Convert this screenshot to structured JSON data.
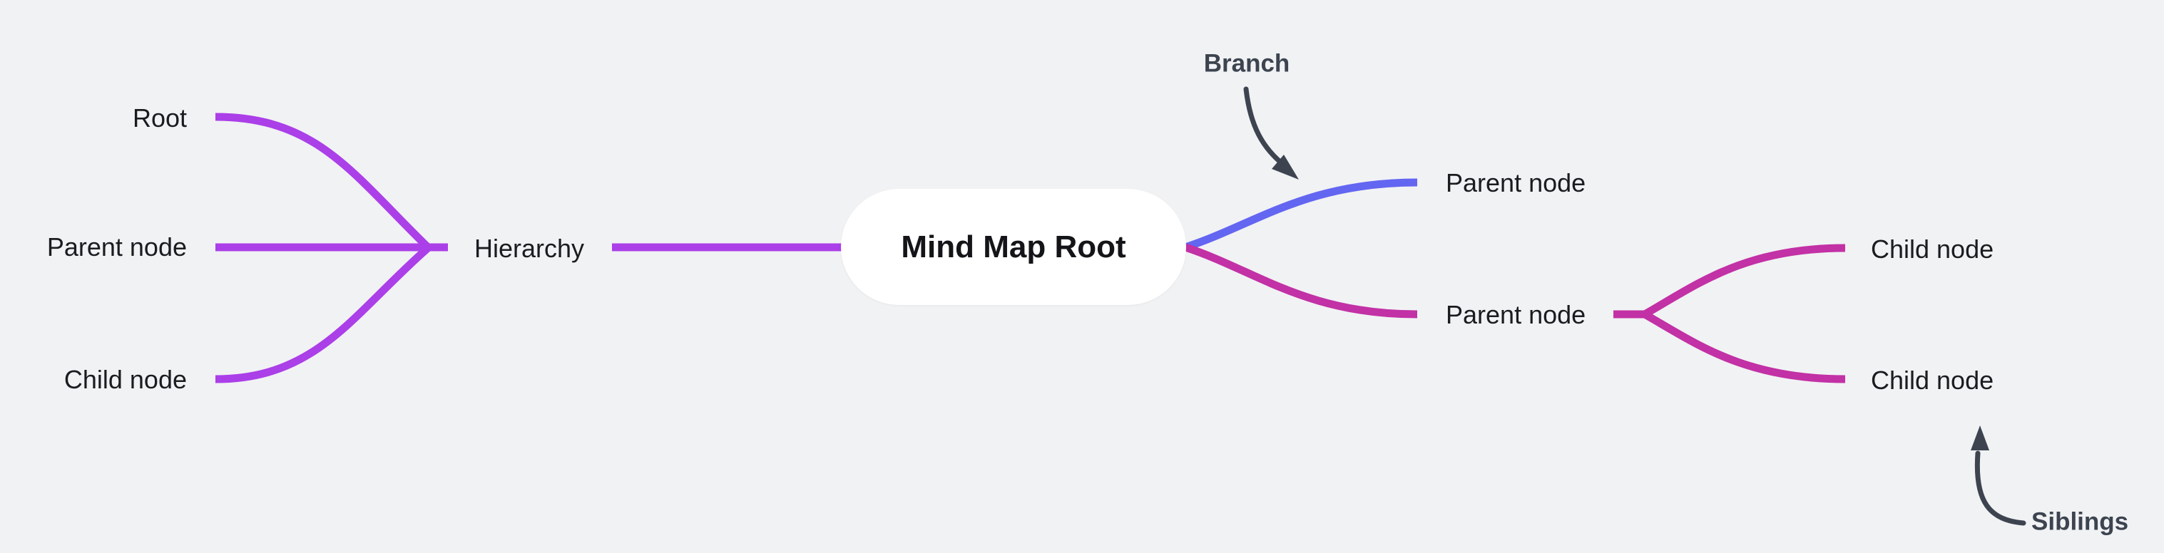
{
  "root": {
    "label": "Mind Map Root"
  },
  "left_branch": {
    "label": "Hierarchy",
    "children": [
      {
        "label": "Root"
      },
      {
        "label": "Parent node"
      },
      {
        "label": "Child node"
      }
    ]
  },
  "right_branches": [
    {
      "label": "Parent node"
    },
    {
      "label": "Parent node",
      "children": [
        {
          "label": "Child node"
        },
        {
          "label": "Child node"
        }
      ]
    }
  ],
  "annotations": {
    "branch": {
      "label": "Branch"
    },
    "siblings": {
      "label": "Siblings"
    }
  },
  "colors": {
    "background": "#f1f2f4",
    "branch_purple": "#ab3fe8",
    "branch_blue": "#6366f1",
    "branch_magenta": "#c231a5",
    "annotation": "#3d4450",
    "node_text": "#1a1c1f",
    "root_bg": "#ffffff"
  }
}
